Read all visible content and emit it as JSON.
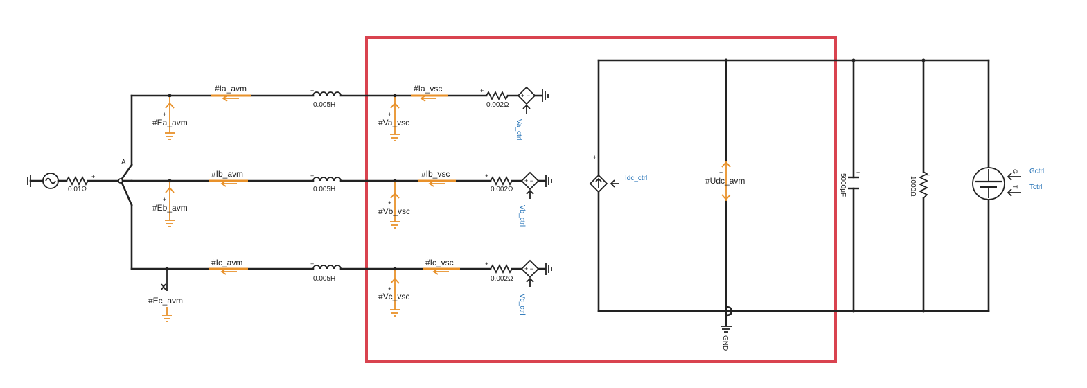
{
  "components": {
    "source_resistor": "0.01Ω",
    "junction": "A",
    "inductor": "0.005H",
    "vsc_resistor": "0.002Ω",
    "capacitor": "5000μF",
    "dc_resistor": "1000Ω",
    "ground": "GND"
  },
  "meters": {
    "ia_avm": "#Ia_avm",
    "ib_avm": "#Ib_avm",
    "ic_avm": "#Ic_avm",
    "ea_avm": "#Ea_avm",
    "eb_avm": "#Eb_avm",
    "ec_avm": "#Ec_avm",
    "ia_vsc": "#Ia_vsc",
    "ib_vsc": "#Ib_vsc",
    "ic_vsc": "#Ic_vsc",
    "va_vsc": "#Va_vsc",
    "vb_vsc": "#Vb_vsc",
    "vc_vsc": "#Vc_vsc",
    "udc_avm": "#Udc_avm"
  },
  "controls": {
    "va": "Va_ctrl",
    "vb": "Vb_ctrl",
    "vc": "Vc_ctrl",
    "idc": "Idc_ctrl",
    "g": "Gctrl",
    "t": "Tctrl",
    "g_pin": "G",
    "t_pin": "T"
  },
  "signs": {
    "plus": "+"
  },
  "colors": {
    "wire": "#222222",
    "meter": "#e8912a",
    "signal": "#1f6fb5",
    "highlight": "#d9434f"
  }
}
